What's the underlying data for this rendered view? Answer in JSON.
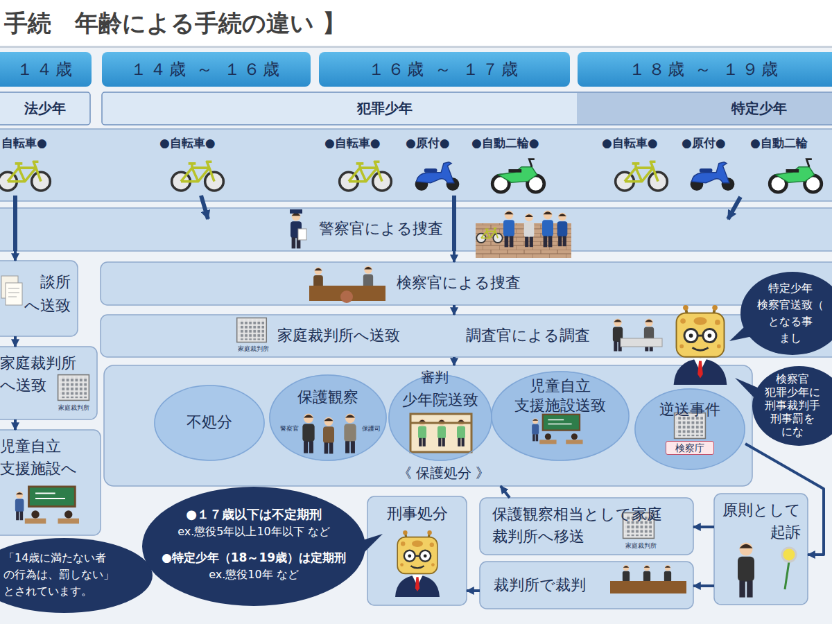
{
  "diagram": {
    "title": "手続　年齢による手続の違い 】",
    "nodes": [
      {
        "text": [
          "１４歳"
        ]
      },
      {
        "text": [
          "１４歳 ～ １６歳"
        ]
      },
      {
        "text": [
          "１６歳 ～ １７歳"
        ]
      },
      {
        "text": [
          "１８歳 ～ １９歳"
        ]
      },
      {
        "text": [
          "法少年"
        ]
      },
      {
        "text": [
          "犯罪少年"
        ]
      },
      {
        "text": [
          "特定少年"
        ],
        "in": 5
      },
      {
        "text": [
          "自転車●",
          "●自転車●",
          "●自転車●",
          "●原付●",
          "●自動二輪●",
          "●自転車●",
          "●原付●",
          "●自動二輪"
        ]
      },
      {
        "text": [
          "警察官による捜査"
        ]
      },
      {
        "text": [
          "談所 へ送致"
        ]
      },
      {
        "text": [
          "検察官による捜査"
        ]
      },
      {
        "text": [
          "家庭裁判所 へ送致"
        ]
      },
      {
        "text": [
          "家庭裁判所へ送致",
          "調査官による調査"
        ]
      },
      {
        "text": [
          "児童自立 支援施設へ"
        ]
      },
      {
        "text": [
          "審判",
          "《 保護処分 》"
        ]
      },
      {
        "text": [
          "不処分"
        ],
        "in": 14
      },
      {
        "text": [
          "保護観察"
        ],
        "in": 14
      },
      {
        "text": [
          "少年院送致"
        ],
        "in": 14
      },
      {
        "text": [
          "児童自立 支援施設送致"
        ],
        "in": 14
      },
      {
        "text": [
          "逆送事件"
        ],
        "in": 14
      },
      {
        "text": [
          "特定少年 検察官送致（ となる事 まし"
        ]
      },
      {
        "text": [
          "検察官 犯罪少年に 刑事裁判手 刑事罰を にな"
        ]
      },
      {
        "text": [
          "「14歳に満たない者 の行為は、罰しない」 とされています。"
        ]
      },
      {
        "text": [
          "●１７歳以下は不定期刑",
          "ex.懲役5年以上10年以下 など",
          "●特定少年（18～19歳）は定期刑",
          "ex.懲役10年 など"
        ]
      },
      {
        "text": [
          "刑事処分"
        ]
      },
      {
        "text": [
          "保護観察相当として家庭 裁判所へ移送"
        ]
      },
      {
        "text": [
          "原則として 起訴"
        ]
      },
      {
        "text": [
          "裁判所で裁判"
        ]
      }
    ],
    "edges": [
      {
        "from": 8,
        "to": 9,
        "arrow": "to"
      },
      {
        "from": 9,
        "to": 11,
        "arrow": "to"
      },
      {
        "from": 11,
        "to": 13,
        "arrow": "to"
      },
      {
        "from": 8,
        "to": 10,
        "arrow": "to"
      },
      {
        "from": 10,
        "to": 12,
        "arrow": "to"
      },
      {
        "from": 12,
        "to": 14,
        "arrow": "to"
      },
      {
        "from": 19,
        "to": 26,
        "arrow": "to"
      },
      {
        "from": 26,
        "to": 25,
        "arrow": "to"
      },
      {
        "from": 26,
        "to": 27,
        "arrow": "to"
      },
      {
        "from": 25,
        "to": 14,
        "arrow": "to"
      },
      {
        "from": 27,
        "to": 24,
        "arrow": "to"
      }
    ],
    "labels": [
      "家庭裁判所",
      "家庭裁判所",
      "警察官",
      "保護司",
      "検察庁",
      "家庭裁判所"
    ]
  }
}
